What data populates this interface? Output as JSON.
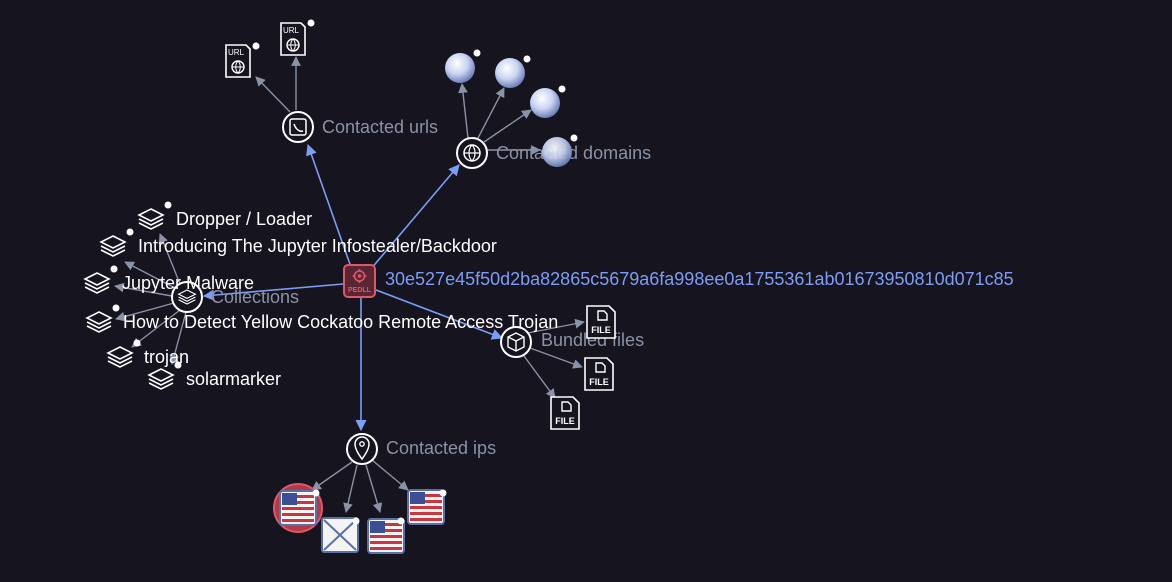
{
  "colors": {
    "background": "#15141f",
    "accent": "#7f9cf5",
    "relationship_label": "#8b91a6",
    "leaf_label": "#ffffff",
    "center_badge": "#e0566b",
    "highlight_ring": "#e0566b"
  },
  "center": {
    "hash": "30e527e45f50d2ba82865c5679a6fa998ee0a1755361ab01673950810d071c85",
    "badge_text": "PEDLL",
    "icon": "file-pedll-icon"
  },
  "relationships": {
    "contacted_urls": {
      "label": "Contacted urls",
      "icon": "contacted-urls-icon",
      "children": [
        {
          "badge": "URL",
          "icon": "url-file-icon"
        },
        {
          "badge": "URL",
          "icon": "url-file-icon"
        }
      ]
    },
    "contacted_domains": {
      "label": "Contacted domains",
      "icon": "contacted-domains-icon",
      "children": [
        {
          "icon": "globe-icon"
        },
        {
          "icon": "globe-icon"
        },
        {
          "icon": "globe-icon"
        },
        {
          "icon": "globe-icon"
        }
      ]
    },
    "collections": {
      "label": "Collections",
      "icon": "collections-icon",
      "children": [
        {
          "label": "Dropper / Loader",
          "icon": "collection-stack-icon"
        },
        {
          "label": "Introducing The Jupyter Infostealer/Backdoor",
          "icon": "collection-stack-icon"
        },
        {
          "label": "Jupyter Malware",
          "icon": "collection-stack-icon"
        },
        {
          "label": "How to Detect Yellow Cockatoo Remote Access Trojan",
          "icon": "collection-stack-icon"
        },
        {
          "label": "trojan",
          "icon": "collection-stack-icon"
        },
        {
          "label": "solarmarker",
          "icon": "collection-stack-icon"
        }
      ]
    },
    "bundled_files": {
      "label": "Bundled files",
      "icon": "bundled-files-icon",
      "children": [
        {
          "badge": "FILE",
          "icon": "file-icon"
        },
        {
          "badge": "FILE",
          "icon": "file-icon"
        },
        {
          "badge": "FILE",
          "icon": "file-icon"
        }
      ]
    },
    "contacted_ips": {
      "label": "Contacted ips",
      "icon": "contacted-ips-icon",
      "children": [
        {
          "icon": "us-flag-icon",
          "highlighted": true
        },
        {
          "icon": "unknown-flag-icon"
        },
        {
          "icon": "us-flag-icon"
        },
        {
          "icon": "us-flag-icon"
        }
      ]
    }
  }
}
